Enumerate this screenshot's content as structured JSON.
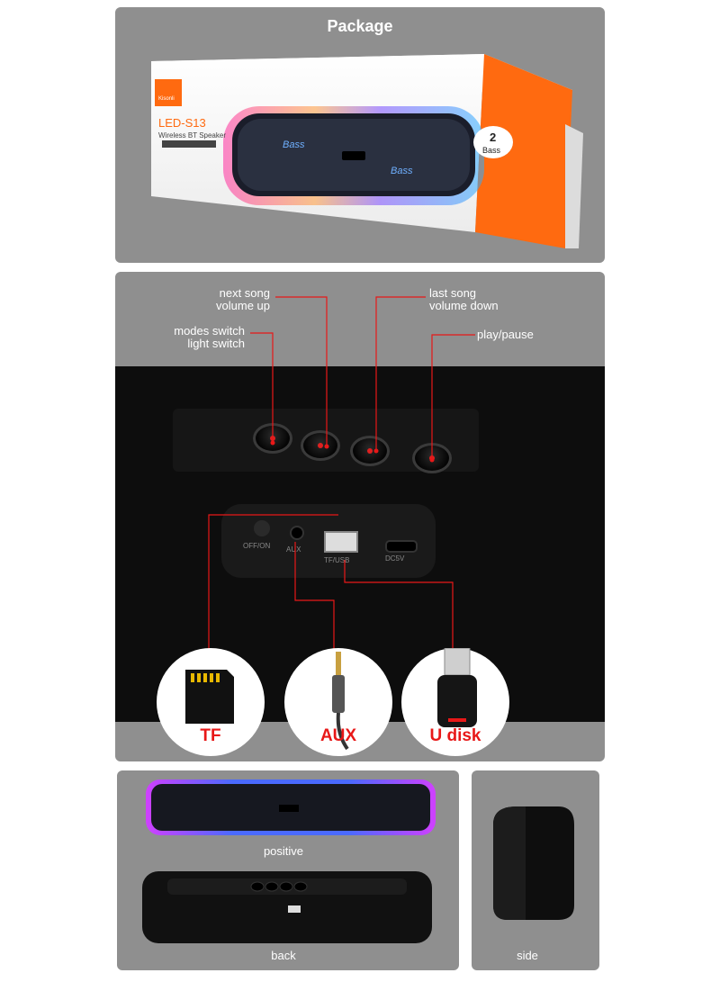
{
  "package": {
    "title": "Package"
  },
  "box": {
    "brand": "Kisonli",
    "model": "LED-S13",
    "subtitle": "Wireless BT Speaker",
    "bass_left": "Bass",
    "bass_right": "Bass",
    "badge_num": "2",
    "badge_text": "Bass"
  },
  "controls": {
    "next_song": "next song",
    "volume_up": "volume up",
    "modes_switch": "modes switch",
    "light_switch": "light switch",
    "last_song": "last song",
    "volume_down": "volume down",
    "play_pause": "play/pause"
  },
  "ports": {
    "off_on": "OFF/ON",
    "aux": "AUX",
    "tf_usb": "TF/USB",
    "dc5v": "DC5V"
  },
  "accessories": {
    "tf": "TF",
    "aux": "AUX",
    "udisk": "U disk"
  },
  "views": {
    "positive": "positive",
    "back": "back",
    "side": "side"
  },
  "colors": {
    "panel": "#8f8f8f",
    "accent_red": "#e81818",
    "box_orange": "#ff6a10"
  }
}
